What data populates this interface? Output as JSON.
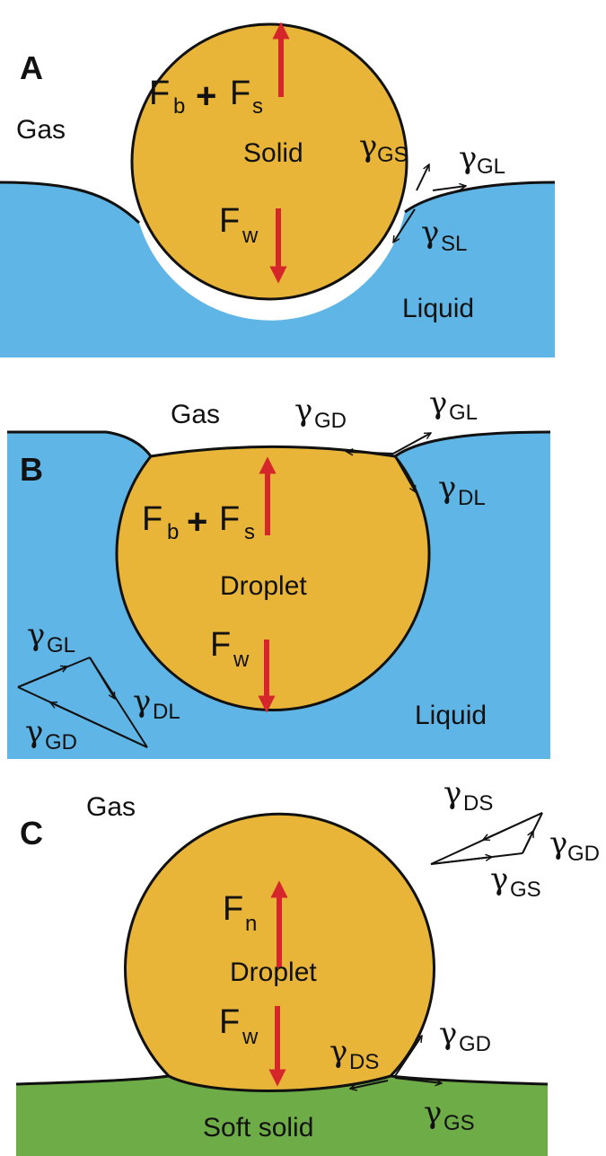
{
  "colors": {
    "liquid": "#5fb5e5",
    "particle": "#e8b538",
    "soft_solid": "#6eac47",
    "force_arrow": "#d4262b",
    "outline": "#111111"
  },
  "panelA": {
    "letter": "A",
    "gas": "Gas",
    "body": "Solid",
    "liquid": "Liquid",
    "force_up": {
      "sym1": "F",
      "sub1": "b",
      "op": "+",
      "sym2": "F",
      "sub2": "s"
    },
    "force_down": {
      "sym": "F",
      "sub": "w"
    },
    "gamma_gs": {
      "sym": "γ",
      "sub": "GS"
    },
    "gamma_gl": {
      "sym": "γ",
      "sub": "GL"
    },
    "gamma_sl": {
      "sym": "γ",
      "sub": "SL"
    }
  },
  "panelB": {
    "letter": "B",
    "gas": "Gas",
    "body": "Droplet",
    "liquid": "Liquid",
    "force_up": {
      "sym1": "F",
      "sub1": "b",
      "op": "+",
      "sym2": "F",
      "sub2": "s"
    },
    "force_down": {
      "sym": "F",
      "sub": "w"
    },
    "gamma_gd": {
      "sym": "γ",
      "sub": "GD"
    },
    "gamma_gl": {
      "sym": "γ",
      "sub": "GL"
    },
    "gamma_dl": {
      "sym": "γ",
      "sub": "DL"
    },
    "tri_gl": {
      "sym": "γ",
      "sub": "GL"
    },
    "tri_dl": {
      "sym": "γ",
      "sub": "DL"
    },
    "tri_gd": {
      "sym": "γ",
      "sub": "GD"
    }
  },
  "panelC": {
    "letter": "C",
    "gas": "Gas",
    "body": "Droplet",
    "substrate": "Soft solid",
    "force_up": {
      "sym": "F",
      "sub": "n"
    },
    "force_down": {
      "sym": "F",
      "sub": "w"
    },
    "tri_ds": {
      "sym": "γ",
      "sub": "DS"
    },
    "tri_gd": {
      "sym": "γ",
      "sub": "GD"
    },
    "tri_gs": {
      "sym": "γ",
      "sub": "GS"
    },
    "gamma_ds": {
      "sym": "γ",
      "sub": "DS"
    },
    "gamma_gd": {
      "sym": "γ",
      "sub": "GD"
    },
    "gamma_gs": {
      "sym": "γ",
      "sub": "GS"
    }
  }
}
